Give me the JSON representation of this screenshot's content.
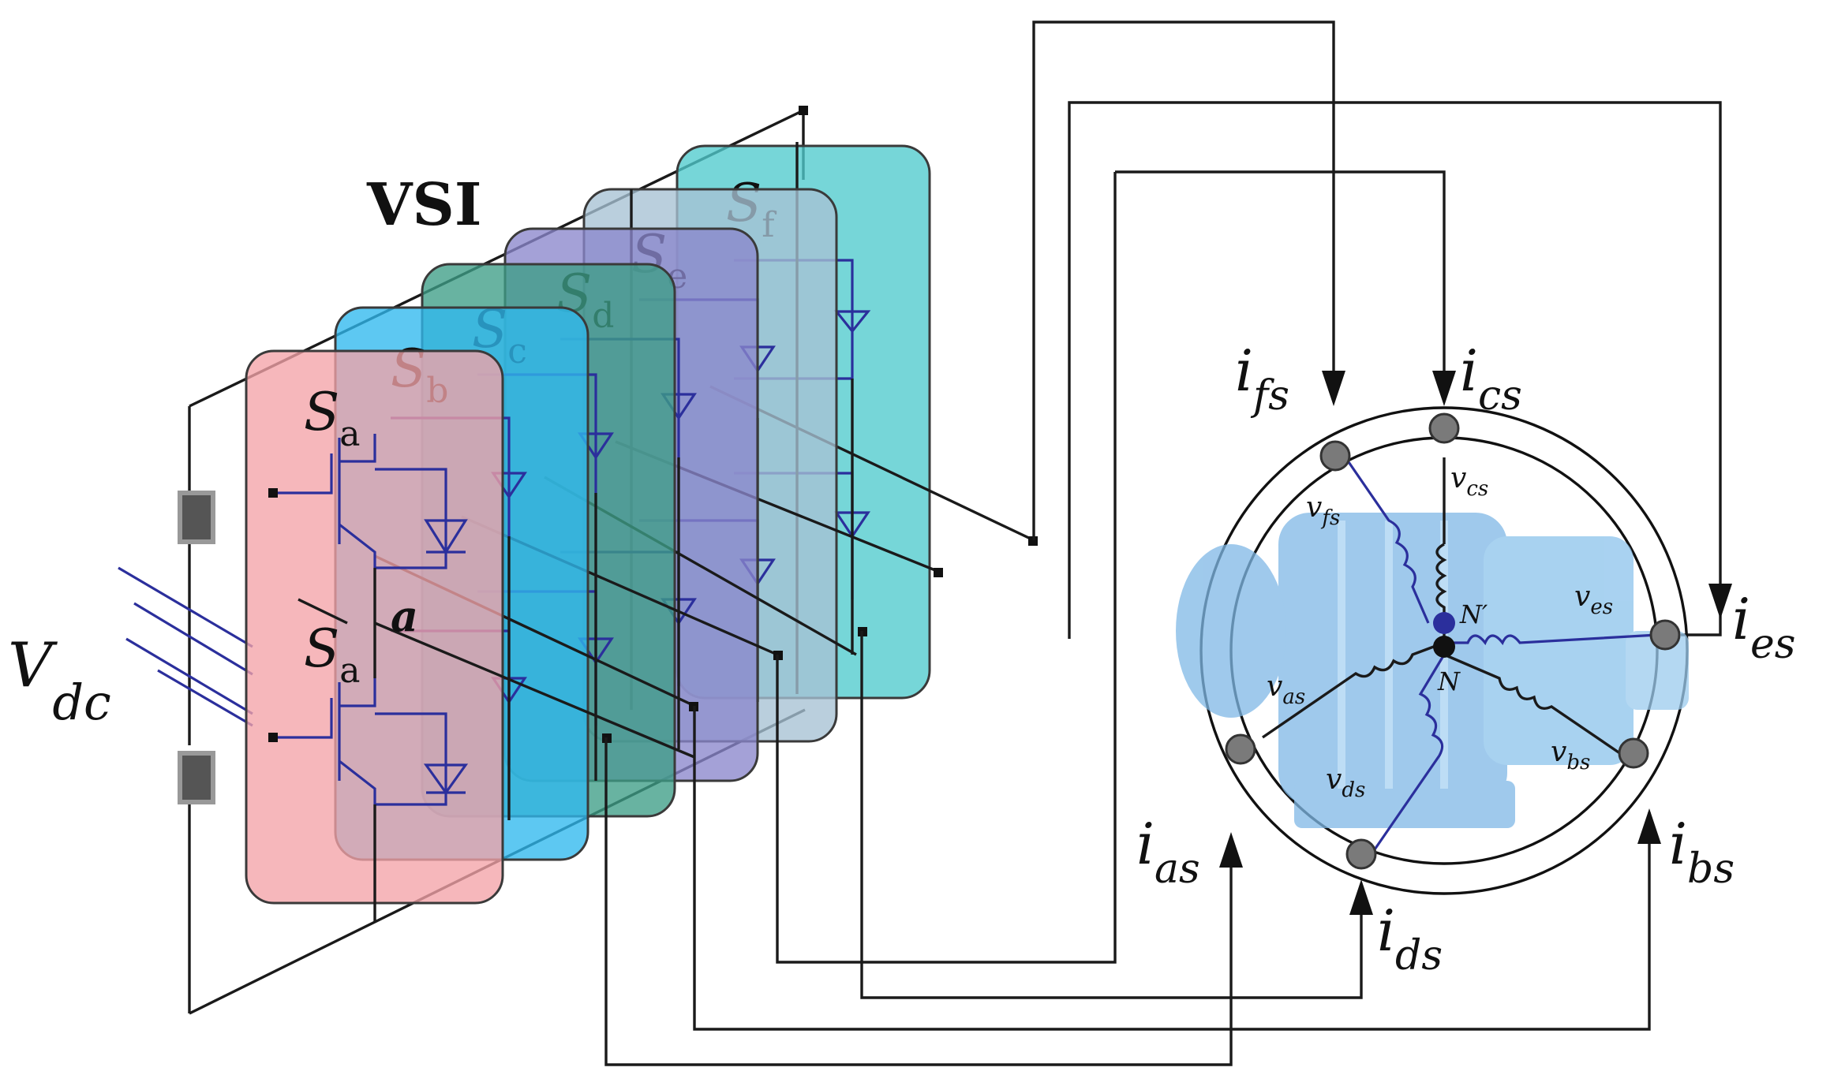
{
  "labels": {
    "vsi": "VSI",
    "vdc_main": "V",
    "vdc_sub": "dc",
    "phase_a": "a",
    "neutral_N": "N",
    "neutral_Np": "N′"
  },
  "switches": [
    {
      "main": "S",
      "sub": "a",
      "color": "#f4a3a8"
    },
    {
      "main": "S",
      "sub": "b",
      "color": "#2fb8ee"
    },
    {
      "main": "S",
      "sub": "c",
      "color": "#3e9e86"
    },
    {
      "main": "S",
      "sub": "d",
      "color": "#8a86cc"
    },
    {
      "main": "S",
      "sub": "e",
      "color": "#a6c2d4"
    },
    {
      "main": "S",
      "sub": "f",
      "color": "#4fcacd"
    }
  ],
  "lower_switch": {
    "main": "S",
    "sub": "a"
  },
  "currents": [
    {
      "main": "i",
      "sub": "as"
    },
    {
      "main": "i",
      "sub": "bs"
    },
    {
      "main": "i",
      "sub": "cs"
    },
    {
      "main": "i",
      "sub": "ds"
    },
    {
      "main": "i",
      "sub": "es"
    },
    {
      "main": "i",
      "sub": "fs"
    }
  ],
  "voltages": [
    {
      "main": "v",
      "sub": "as"
    },
    {
      "main": "v",
      "sub": "bs"
    },
    {
      "main": "v",
      "sub": "cs"
    },
    {
      "main": "v",
      "sub": "ds"
    },
    {
      "main": "v",
      "sub": "es"
    },
    {
      "main": "v",
      "sub": "fs"
    }
  ],
  "colors": {
    "wire": "#1a1a1a",
    "device": "#2b2f9c",
    "motor_body": "#7fb8e6",
    "terminal": "#7a7a7a"
  }
}
